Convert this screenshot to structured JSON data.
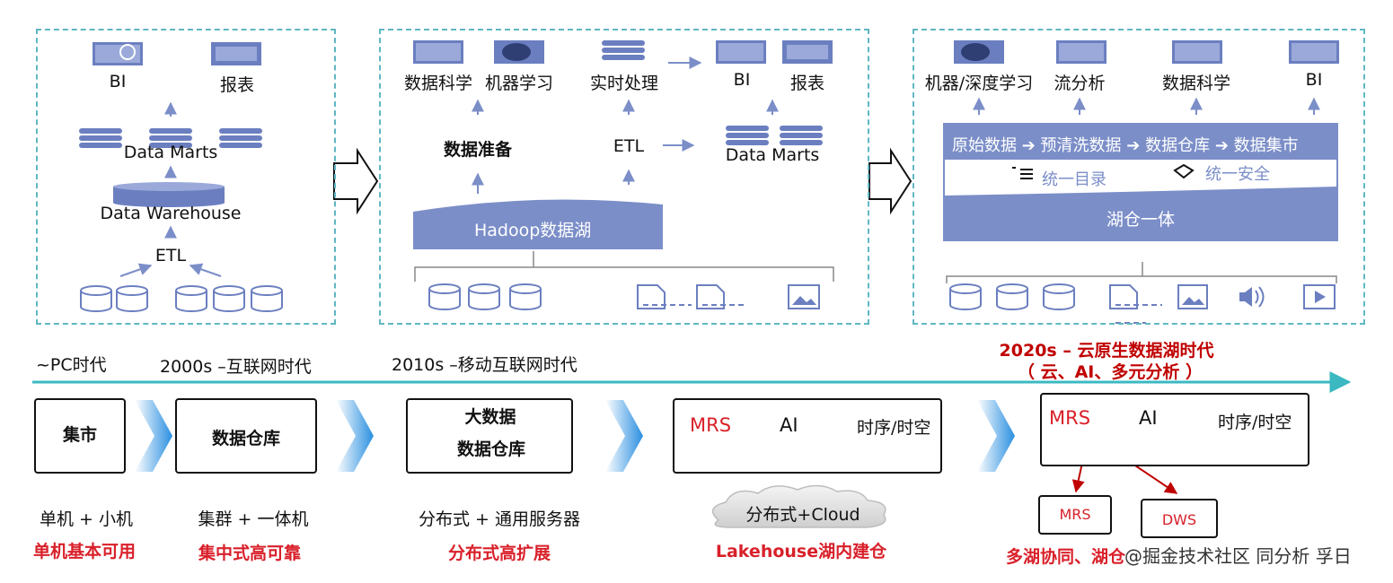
{
  "panel1": {
    "bi": "BI",
    "report": "报表",
    "data_marts": "Data Marts",
    "data_warehouse": "Data Warehouse",
    "etl": "ETL"
  },
  "panel2": {
    "data_science": "数据科学",
    "machine_learning": "机器学习",
    "realtime": "实时处理",
    "bi": "BI",
    "report": "报表",
    "data_prep": "数据准备",
    "etl": "ETL",
    "data_marts": "Data Marts",
    "hadoop": "Hadoop数据湖"
  },
  "panel3": {
    "ml_dl": "机器/深度学习",
    "stream": "流分析",
    "data_science": "数据科学",
    "bi": "BI",
    "pipeline": [
      "原始数据",
      "预清洗数据",
      "数据仓库",
      "数据集市"
    ],
    "catalog": "统一目录",
    "security": "统一安全",
    "lakehouse": "湖仓一体"
  },
  "timeline": {
    "eras": [
      "~PC时代",
      "2000s –互联网时代",
      "2010s –移动互联网时代"
    ],
    "cloud_era": "2020s – 云原生数据湖时代",
    "cloud_era_sub": "（ 云、AI、多元分析 ）",
    "accent_color": "#3bb8c2"
  },
  "stages": {
    "market": "集市",
    "warehouse": "数据仓库",
    "bigdata_line1": "大数据",
    "bigdata_line2": "数据仓库",
    "mrs": "MRS",
    "ai": "AI",
    "timeseries": "时序/时空",
    "mrs2": "MRS",
    "ai2": "AI",
    "timeseries2": "时序/时空",
    "sub_mrs": "MRS",
    "sub_dws": "DWS"
  },
  "captions": {
    "c1_top": "单机 + 小机",
    "c1_bottom": "单机基本可用",
    "c2_top": "集群 + 一体机",
    "c2_bottom": "集中式高可靠",
    "c3_top": "分布式 + 通用服务器",
    "c3_bottom": "分布式高扩展",
    "c4_cloud": "分布式+Cloud",
    "c4_bottom": "Lakehouse湖内建仓",
    "c5_bottom": "多湖协同、湖仓",
    "watermark": "@掘金技术社区  同分析  孚日"
  }
}
